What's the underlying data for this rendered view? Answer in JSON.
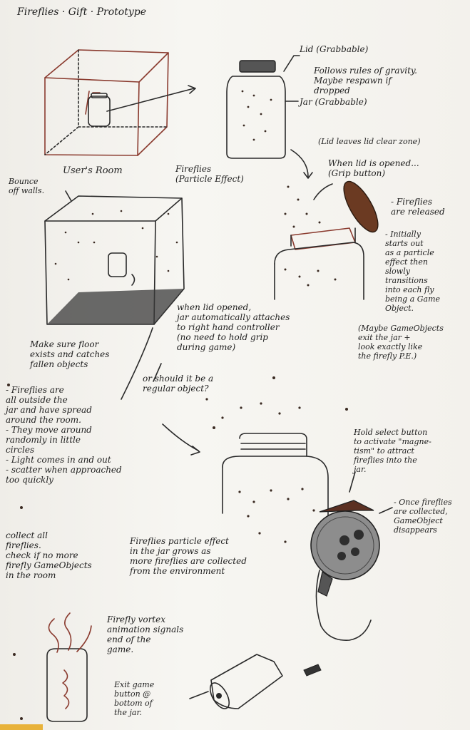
{
  "title": "Fireflies · Gift · Prototype",
  "labels": {
    "users_room": "User's Room",
    "lid": "Lid (Grabbable)",
    "gravity": "Follows rules of gravity.\nMaybe respawn if\ndropped",
    "jar": "Jar (Grabbable)",
    "fireflies_pe": "Fireflies\n(Particle Effect)",
    "lid_leaves": "(Lid leaves lid clear zone)",
    "when_lid": "When lid is opened...\n(Grip button)",
    "released": "- Fireflies\nare released",
    "initially": "- Initially\nstarts out\nas a particle\neffect then\nslowly\ntransitions\ninto each fly\nbeing a Game\nObject.",
    "maybe_go": "(Maybe GameObjects\nexit the jar +\nlook exactly like\nthe firefly P.E.)",
    "bounce": "Bounce\noff walls.",
    "floor": "Make sure floor\nexists and catches\nfallen objects",
    "attach": "when lid opened,\njar automatically attaches\nto right hand controller\n(no need to hold grip\nduring game)",
    "regular": "or should it be a\nregular object?",
    "outside": "- Fireflies are\nall outside the\njar and have spread\naround the room.\n- They move around\nrandomly in little\ncircles\n- Light comes in and out\n- scatter when approached\ntoo quickly",
    "hold_select": "Hold select button\nto activate \"magne-\ntism\" to attract\nfireflies into the\njar.",
    "once": "- Once fireflies\nare collected,\nGameObject\ndisappears",
    "collect": "collect all\nfireflies.\ncheck if no more\nfirefly GameObjects\nin the room",
    "grows": "Fireflies particle effect\nin the jar grows as\nmore fireflies are collected\nfrom the environment",
    "vortex": "Firefly vortex\nanimation signals\nend of the\ngame.",
    "exit": "Exit game\nbutton @\nbottom of\nthe jar."
  },
  "colors": {
    "ink": "#2a2a2a",
    "red": "#8a3a2e",
    "paper": "#f4f2ee"
  },
  "icons": [
    "jar",
    "lid",
    "cube-room",
    "vr-controller",
    "firefly-dots",
    "vortex"
  ]
}
